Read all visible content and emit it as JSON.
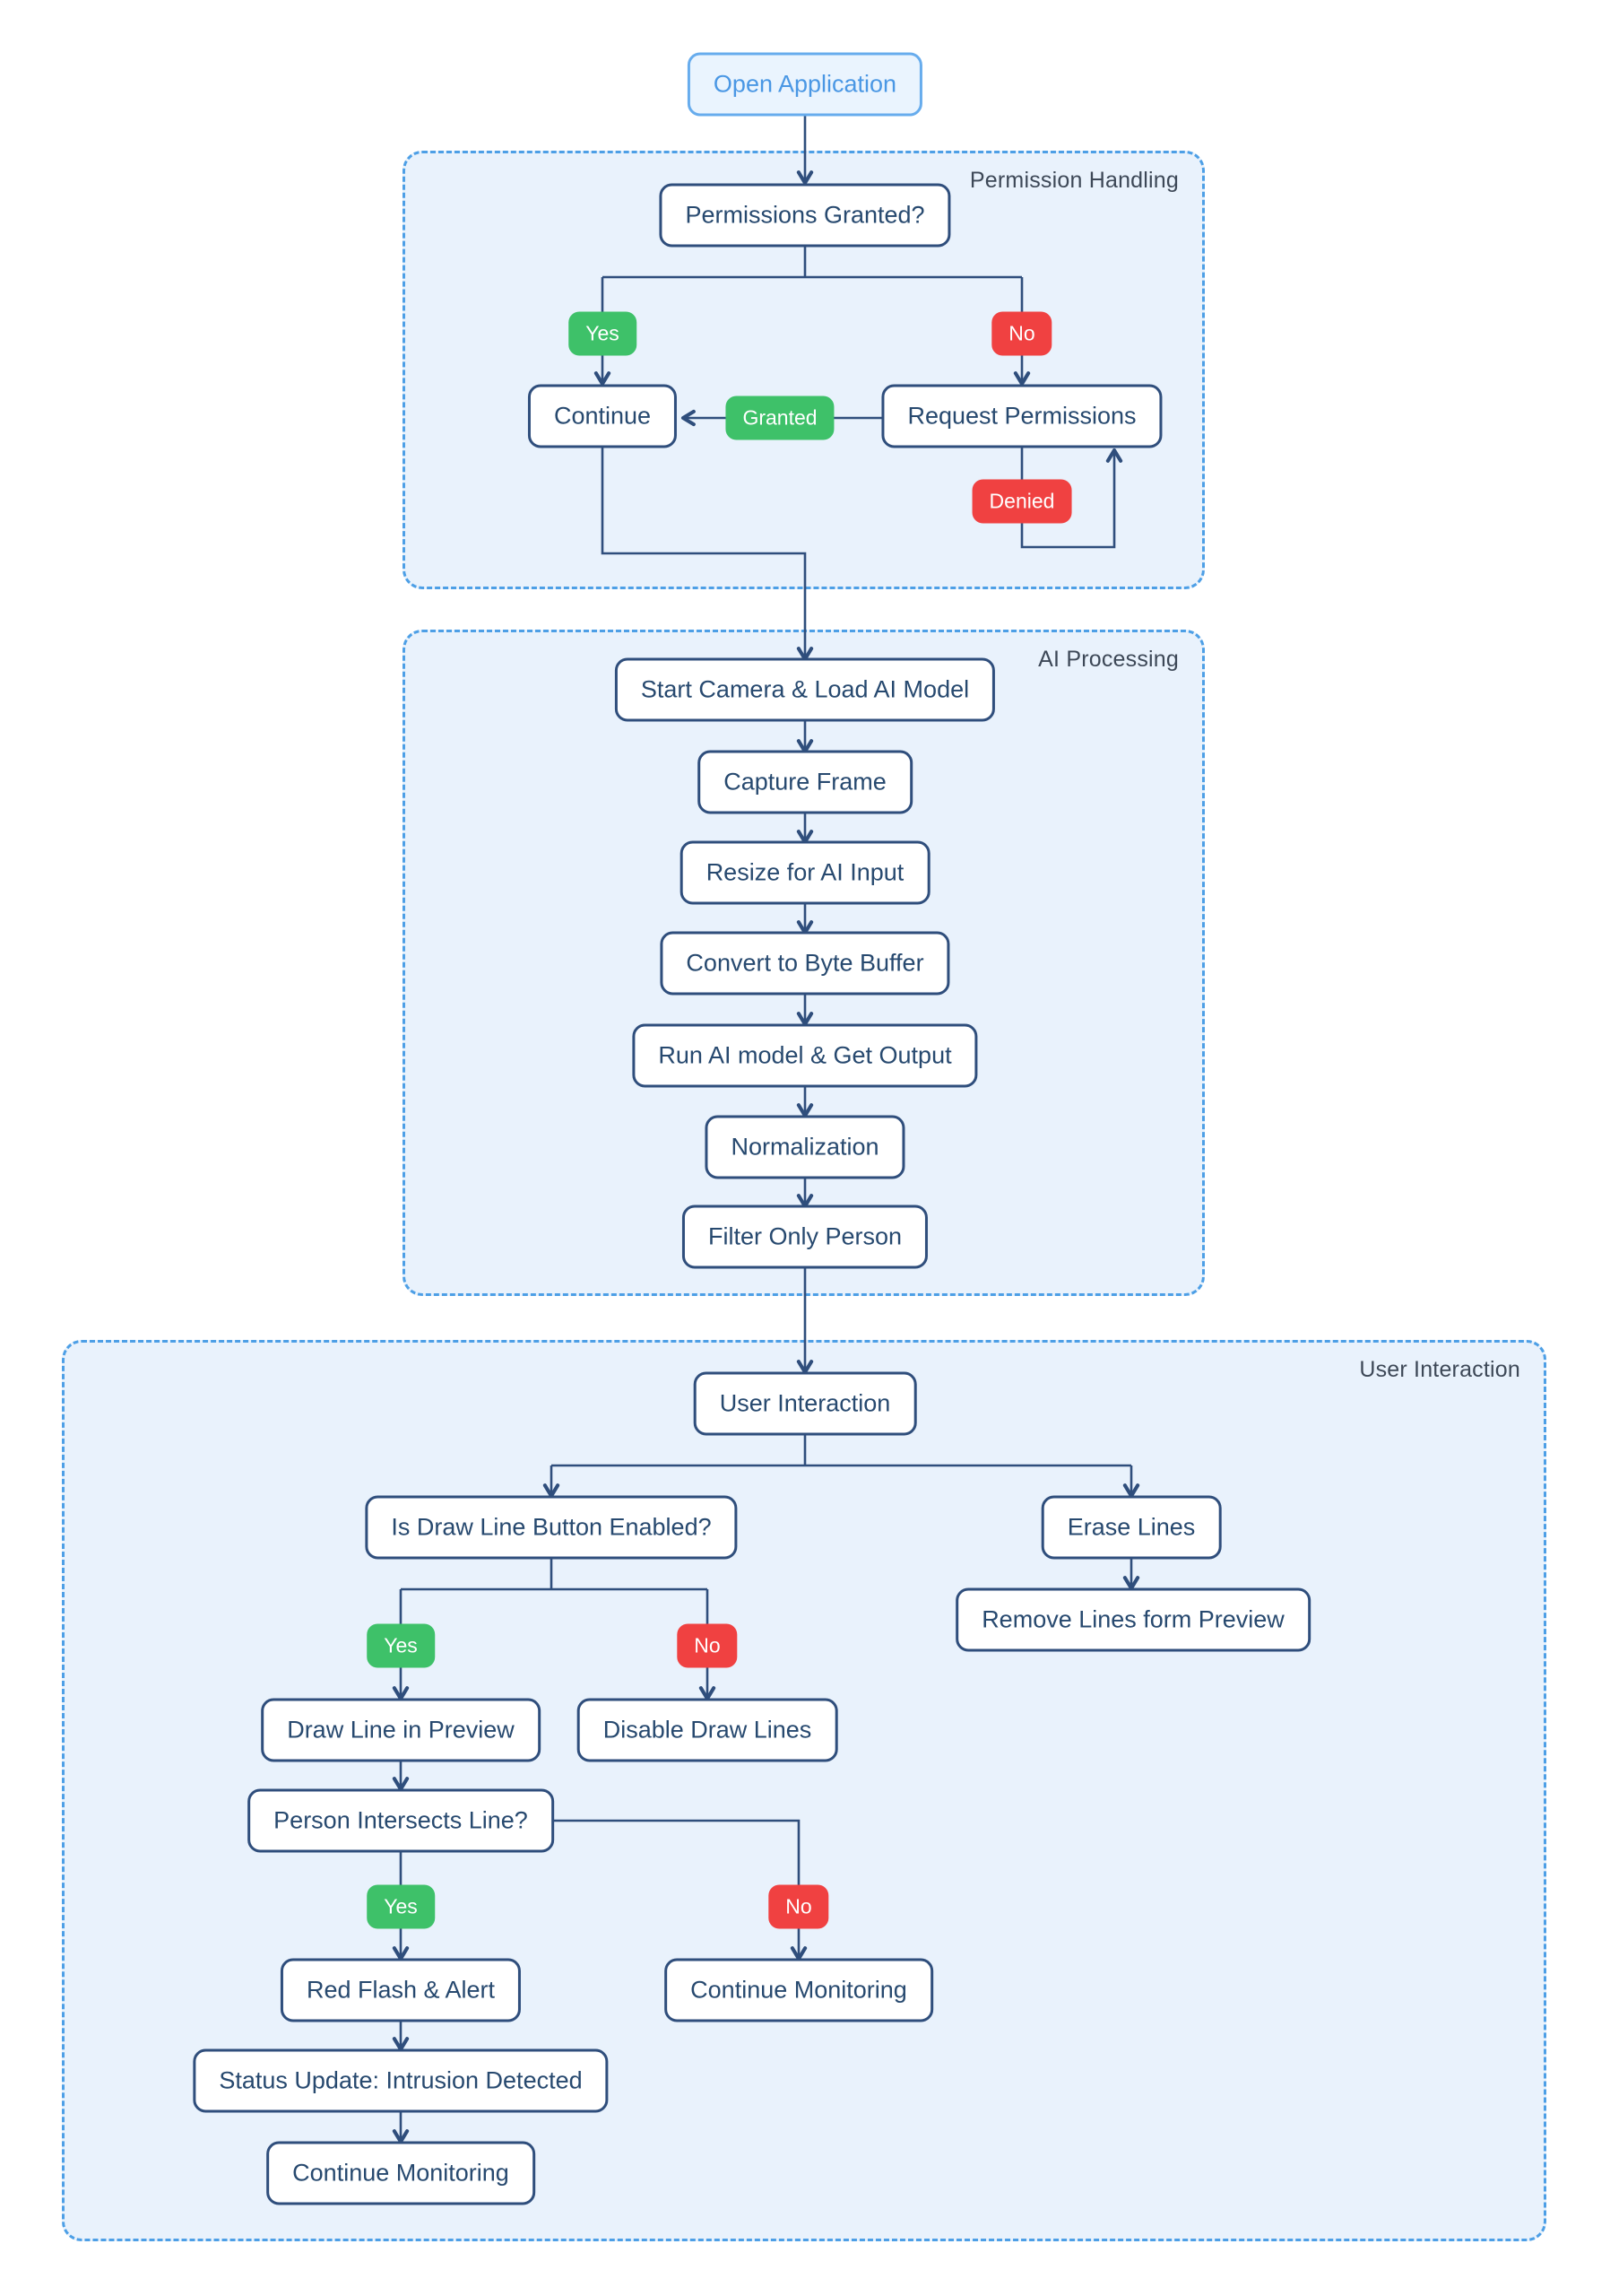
{
  "sections": {
    "permission_handling": {
      "label": "Permission Handling"
    },
    "ai_processing": {
      "label": "AI Processing"
    },
    "user_interaction": {
      "label": "User Interaction"
    }
  },
  "nodes": {
    "open_application": "Open Application",
    "permissions_granted": "Permissions Granted?",
    "continue_permission": "Continue",
    "request_permissions": "Request Permissions",
    "start_camera": "Start Camera & Load AI Model",
    "capture_frame": "Capture Frame",
    "resize_for_ai_input": "Resize for AI Input",
    "convert_to_byte_buffer": "Convert to Byte Buffer",
    "run_ai_model": "Run AI model & Get Output",
    "normalization": "Normalization",
    "filter_only_person": "Filter Only Person",
    "user_interaction": "User Interaction",
    "is_draw_line_enabled": "Is Draw Line Button Enabled?",
    "erase_lines": "Erase Lines",
    "remove_lines_form_preview": "Remove Lines form Preview",
    "draw_line_in_preview": "Draw Line in Preview",
    "disable_draw_lines": "Disable Draw Lines",
    "person_intersects_line": "Person Intersects Line?",
    "red_flash_alert": "Red Flash & Alert",
    "continue_monitoring_no": "Continue Monitoring",
    "status_update_intrusion": "Status Update: Intrusion Detected",
    "continue_monitoring_end": "Continue Monitoring"
  },
  "badges": {
    "yes_permission": "Yes",
    "no_permission": "No",
    "granted": "Granted",
    "denied": "Denied",
    "yes_draw": "Yes",
    "no_draw": "No",
    "yes_intersect": "Yes",
    "no_intersect": "No"
  },
  "colors": {
    "yes_badge": "#3ec169",
    "no_badge": "#f04141",
    "node_border": "#2f4e7c",
    "node_text": "#27496f",
    "connector": "#2f4e7c",
    "section_background": "#e9f2fc",
    "section_border": "#4d9fe6",
    "section_label_text": "#3d4857",
    "start_node_background": "#eaf4fe",
    "start_node_border": "#67aced",
    "start_node_text": "#4a97e4"
  }
}
